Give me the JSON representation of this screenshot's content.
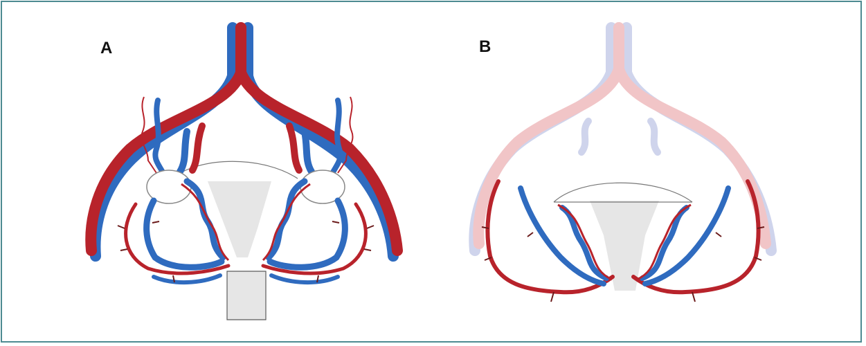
{
  "panels": [
    {
      "id": "A",
      "label": "A"
    },
    {
      "id": "B",
      "label": "B"
    }
  ],
  "colors": {
    "frame": "#4d8a91",
    "artery": "#b8232b",
    "vein": "#2f6bbf",
    "artery_faded": "#f1c5c7",
    "vein_faded": "#cfd4ec",
    "uterus": "#e6e6e6",
    "outline": "#5a5a5a"
  }
}
